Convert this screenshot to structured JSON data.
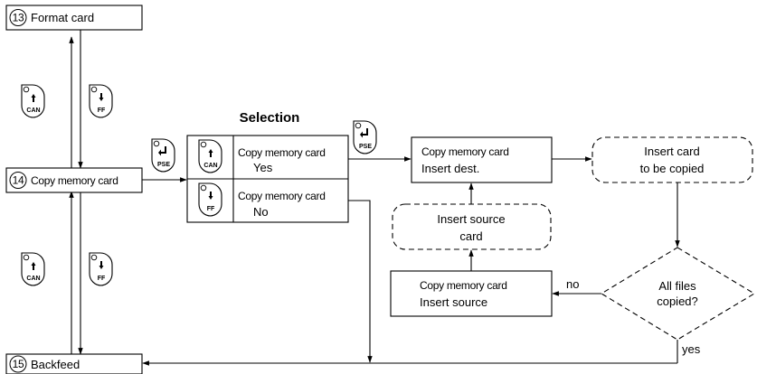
{
  "menu": {
    "item13": {
      "number": "13",
      "label": "Format card"
    },
    "item14": {
      "number": "14",
      "label": "Copy memory card"
    },
    "item15": {
      "number": "15",
      "label": "Backfeed"
    }
  },
  "keys": {
    "can": "CAN",
    "ff": "FF",
    "pse": "PSE"
  },
  "selection": {
    "title": "Selection",
    "yes_line1": "Copy memory card",
    "yes_line2": "Yes",
    "no_line1": "Copy memory card",
    "no_line2": "No"
  },
  "flow": {
    "insert_dest_line1": "Copy memory card",
    "insert_dest_line2": "Insert dest.",
    "insert_copied_line1": "Insert card",
    "insert_copied_line2": "to be copied",
    "insert_source_prompt_line1": "Insert source",
    "insert_source_prompt_line2": "card",
    "insert_source_line1": "Copy memory card",
    "insert_source_line2": "Insert source",
    "decision_line1": "All files",
    "decision_line2": "copied?",
    "no_label": "no",
    "yes_label": "yes"
  }
}
